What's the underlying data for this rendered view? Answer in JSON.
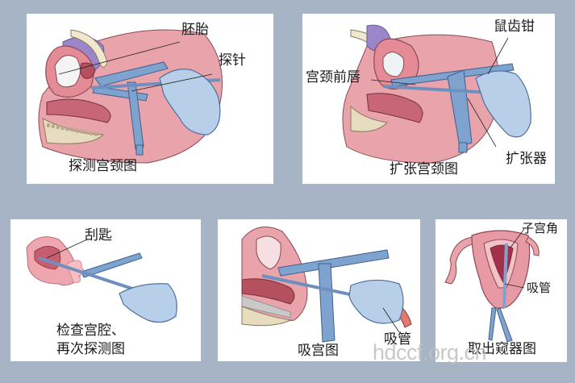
{
  "figure": {
    "background_color": "#a7b4c5",
    "panel_color": "#ffffff",
    "colors": {
      "tissue_pink": "#e79aa3",
      "tissue_light": "#f2c2c6",
      "tissue_dark": "#b5505f",
      "instrument_blue": "#7fa3cf",
      "glove_blue": "#b7cfe9",
      "bone_beige": "#e8dcc0",
      "uterus_purple": "#9a86c9"
    },
    "panels": [
      {
        "id": "probe-cervix",
        "caption": "探测宫颈图",
        "labels": [
          "胚胎",
          "探针"
        ]
      },
      {
        "id": "dilate-cervix",
        "caption": "扩张宫颈图",
        "labels": [
          "鼠齿钳",
          "宫颈前唇",
          "扩张器"
        ]
      },
      {
        "id": "check-uterine-cavity",
        "caption_line1": "检查宫腔、",
        "caption_line2": "再次探测图",
        "labels": [
          "刮匙"
        ]
      },
      {
        "id": "suction-uterus",
        "caption": "吸宫图",
        "labels": [
          "吸管"
        ]
      },
      {
        "id": "remove-speculum",
        "caption": "取出窥器图",
        "labels": [
          "子宫角",
          "吸管"
        ]
      }
    ],
    "watermark": "hdccf.org.cn"
  }
}
